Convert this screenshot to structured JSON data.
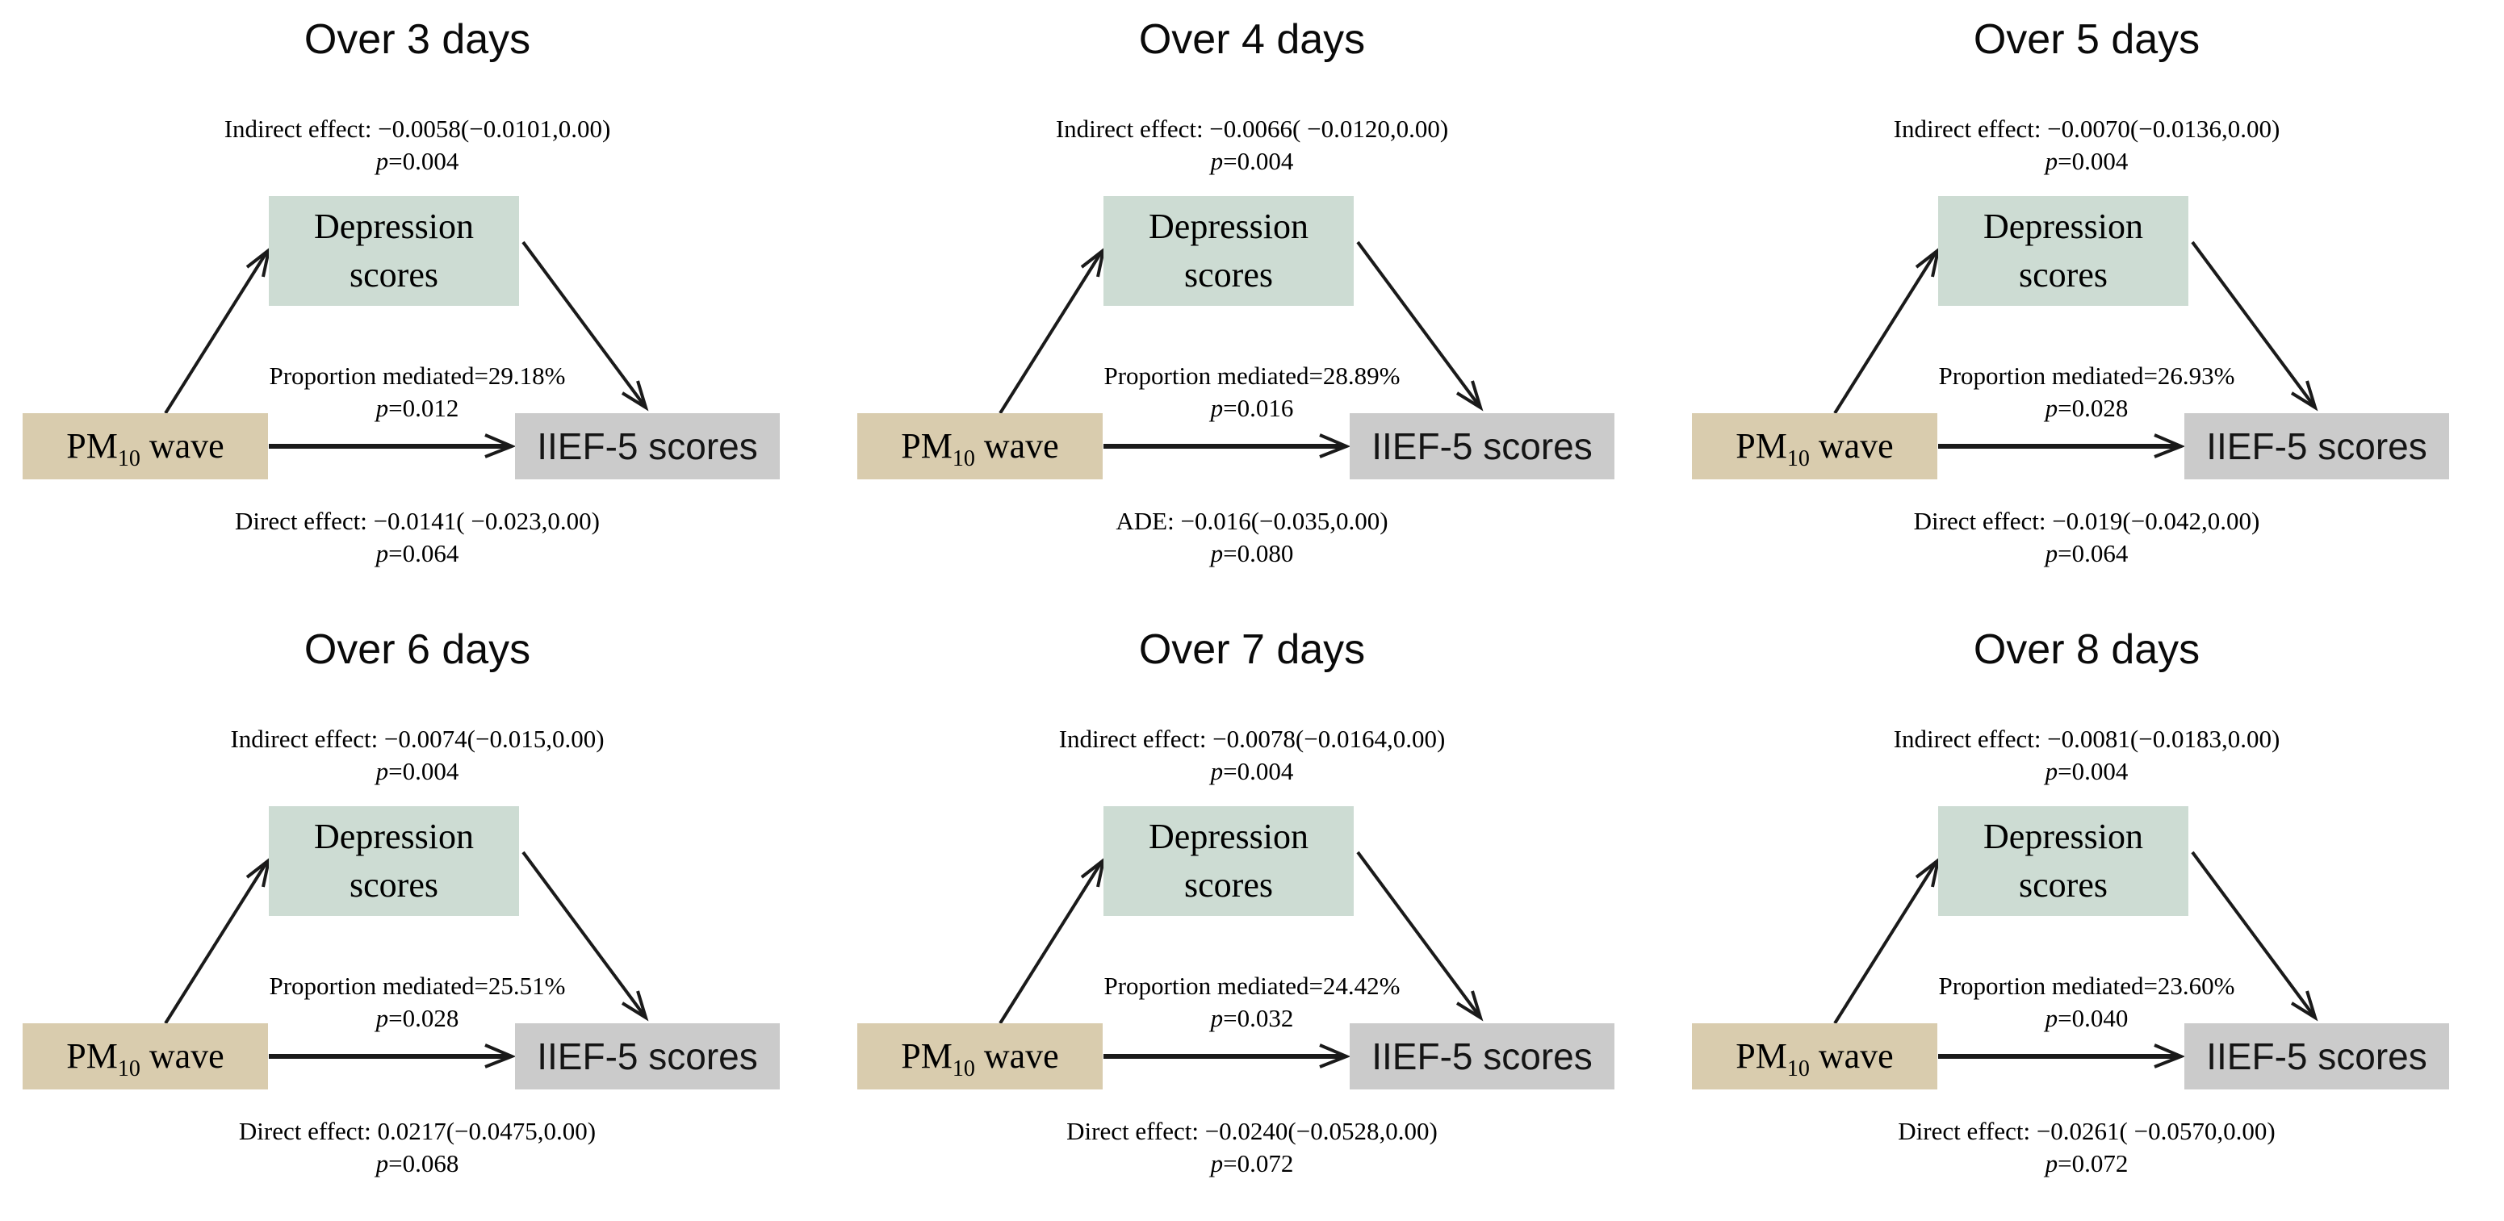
{
  "figure": {
    "description": "Mediation diagrams: PM10 wave effect on IIEF-5 scores mediated by depression scores, over 3 to 8 days"
  },
  "colors": {
    "mediator_box": "#cddcd3",
    "exposure_box": "#d9ccae",
    "outcome_box": "#cbcbcb",
    "arrow": "#1a1a1a",
    "background": "#ffffff"
  },
  "nodes": {
    "mediator_line1": "Depression",
    "mediator_line2": "scores",
    "exposure_main": "PM",
    "exposure_sub": "10",
    "exposure_rest": " wave",
    "outcome": "IIEF-5 scores"
  },
  "p_symbol": "p",
  "panels": [
    {
      "title": "Over 3 days",
      "indirect_effect": "Indirect effect: −0.0058(−0.0101,0.00)",
      "indirect_p": "=0.004",
      "proportion": "Proportion mediated=29.18%",
      "proportion_p": "=0.012",
      "direct_effect": "Direct effect: −0.0141( −0.023,0.00)",
      "direct_p": "=0.064"
    },
    {
      "title": "Over 4 days",
      "indirect_effect": "Indirect effect: −0.0066( −0.0120,0.00)",
      "indirect_p": "=0.004",
      "proportion": "Proportion mediated=28.89%",
      "proportion_p": "=0.016",
      "direct_effect": "ADE: −0.016(−0.035,0.00)",
      "direct_p": "=0.080"
    },
    {
      "title": "Over 5 days",
      "indirect_effect": "Indirect effect: −0.0070(−0.0136,0.00)",
      "indirect_p": "=0.004",
      "proportion": "Proportion mediated=26.93%",
      "proportion_p": "=0.028",
      "direct_effect": "Direct effect: −0.019(−0.042,0.00)",
      "direct_p": "=0.064"
    },
    {
      "title": "Over 6 days",
      "indirect_effect": "Indirect effect: −0.0074(−0.015,0.00)",
      "indirect_p": "=0.004",
      "proportion": "Proportion mediated=25.51%",
      "proportion_p": "=0.028",
      "direct_effect": "Direct effect: 0.0217(−0.0475,0.00)",
      "direct_p": "=0.068"
    },
    {
      "title": "Over 7 days",
      "indirect_effect": "Indirect effect: −0.0078(−0.0164,0.00)",
      "indirect_p": "=0.004",
      "proportion": "Proportion mediated=24.42%",
      "proportion_p": "=0.032",
      "direct_effect": "Direct effect: −0.0240(−0.0528,0.00)",
      "direct_p": "=0.072"
    },
    {
      "title": "Over 8 days",
      "indirect_effect": "Indirect effect: −0.0081(−0.0183,0.00)",
      "indirect_p": "=0.004",
      "proportion": "Proportion mediated=23.60%",
      "proportion_p": "=0.040",
      "direct_effect": "Direct effect: −0.0261( −0.0570,0.00)",
      "direct_p": "=0.072"
    }
  ]
}
